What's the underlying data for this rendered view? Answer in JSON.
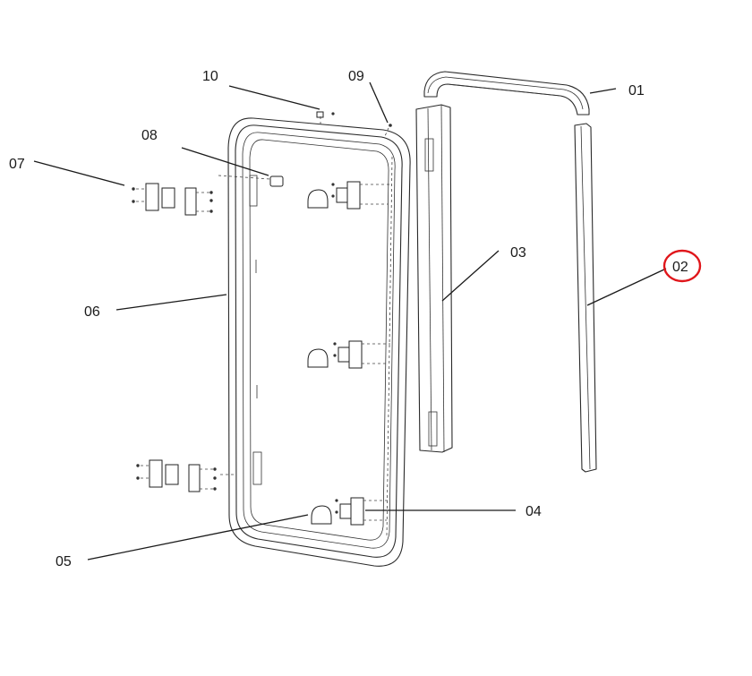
{
  "callouts": [
    {
      "id": "01",
      "label": "01",
      "highlighted": false
    },
    {
      "id": "02",
      "label": "02",
      "highlighted": true
    },
    {
      "id": "03",
      "label": "03",
      "highlighted": false
    },
    {
      "id": "04",
      "label": "04",
      "highlighted": false
    },
    {
      "id": "05",
      "label": "05",
      "highlighted": false
    },
    {
      "id": "06",
      "label": "06",
      "highlighted": false
    },
    {
      "id": "07",
      "label": "07",
      "highlighted": false
    },
    {
      "id": "08",
      "label": "08",
      "highlighted": false
    },
    {
      "id": "09",
      "label": "09",
      "highlighted": false
    },
    {
      "id": "10",
      "label": "10",
      "highlighted": false
    }
  ],
  "colors": {
    "line": "#1a1a1a",
    "highlight_circle": "#e0161b",
    "background": "#ffffff"
  }
}
